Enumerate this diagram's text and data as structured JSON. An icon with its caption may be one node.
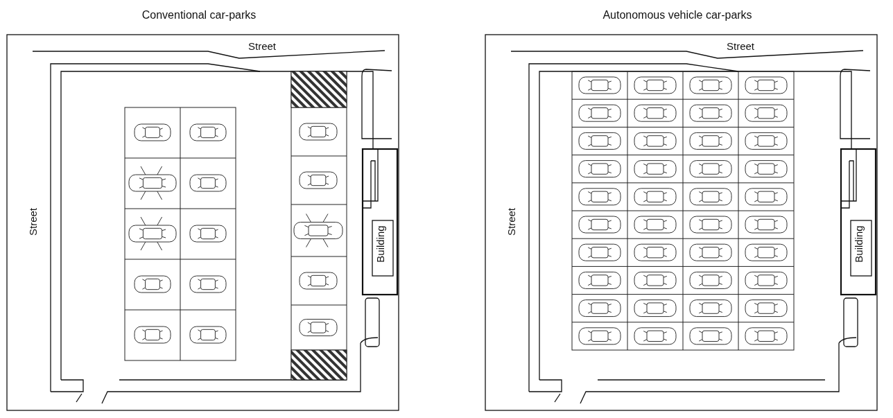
{
  "diagram": {
    "labels": [
      "Conventional car-parks",
      "Street",
      "Street",
      "Building",
      "Autonomous vehicle car-parks",
      "Street",
      "Street",
      "Building"
    ]
  }
}
